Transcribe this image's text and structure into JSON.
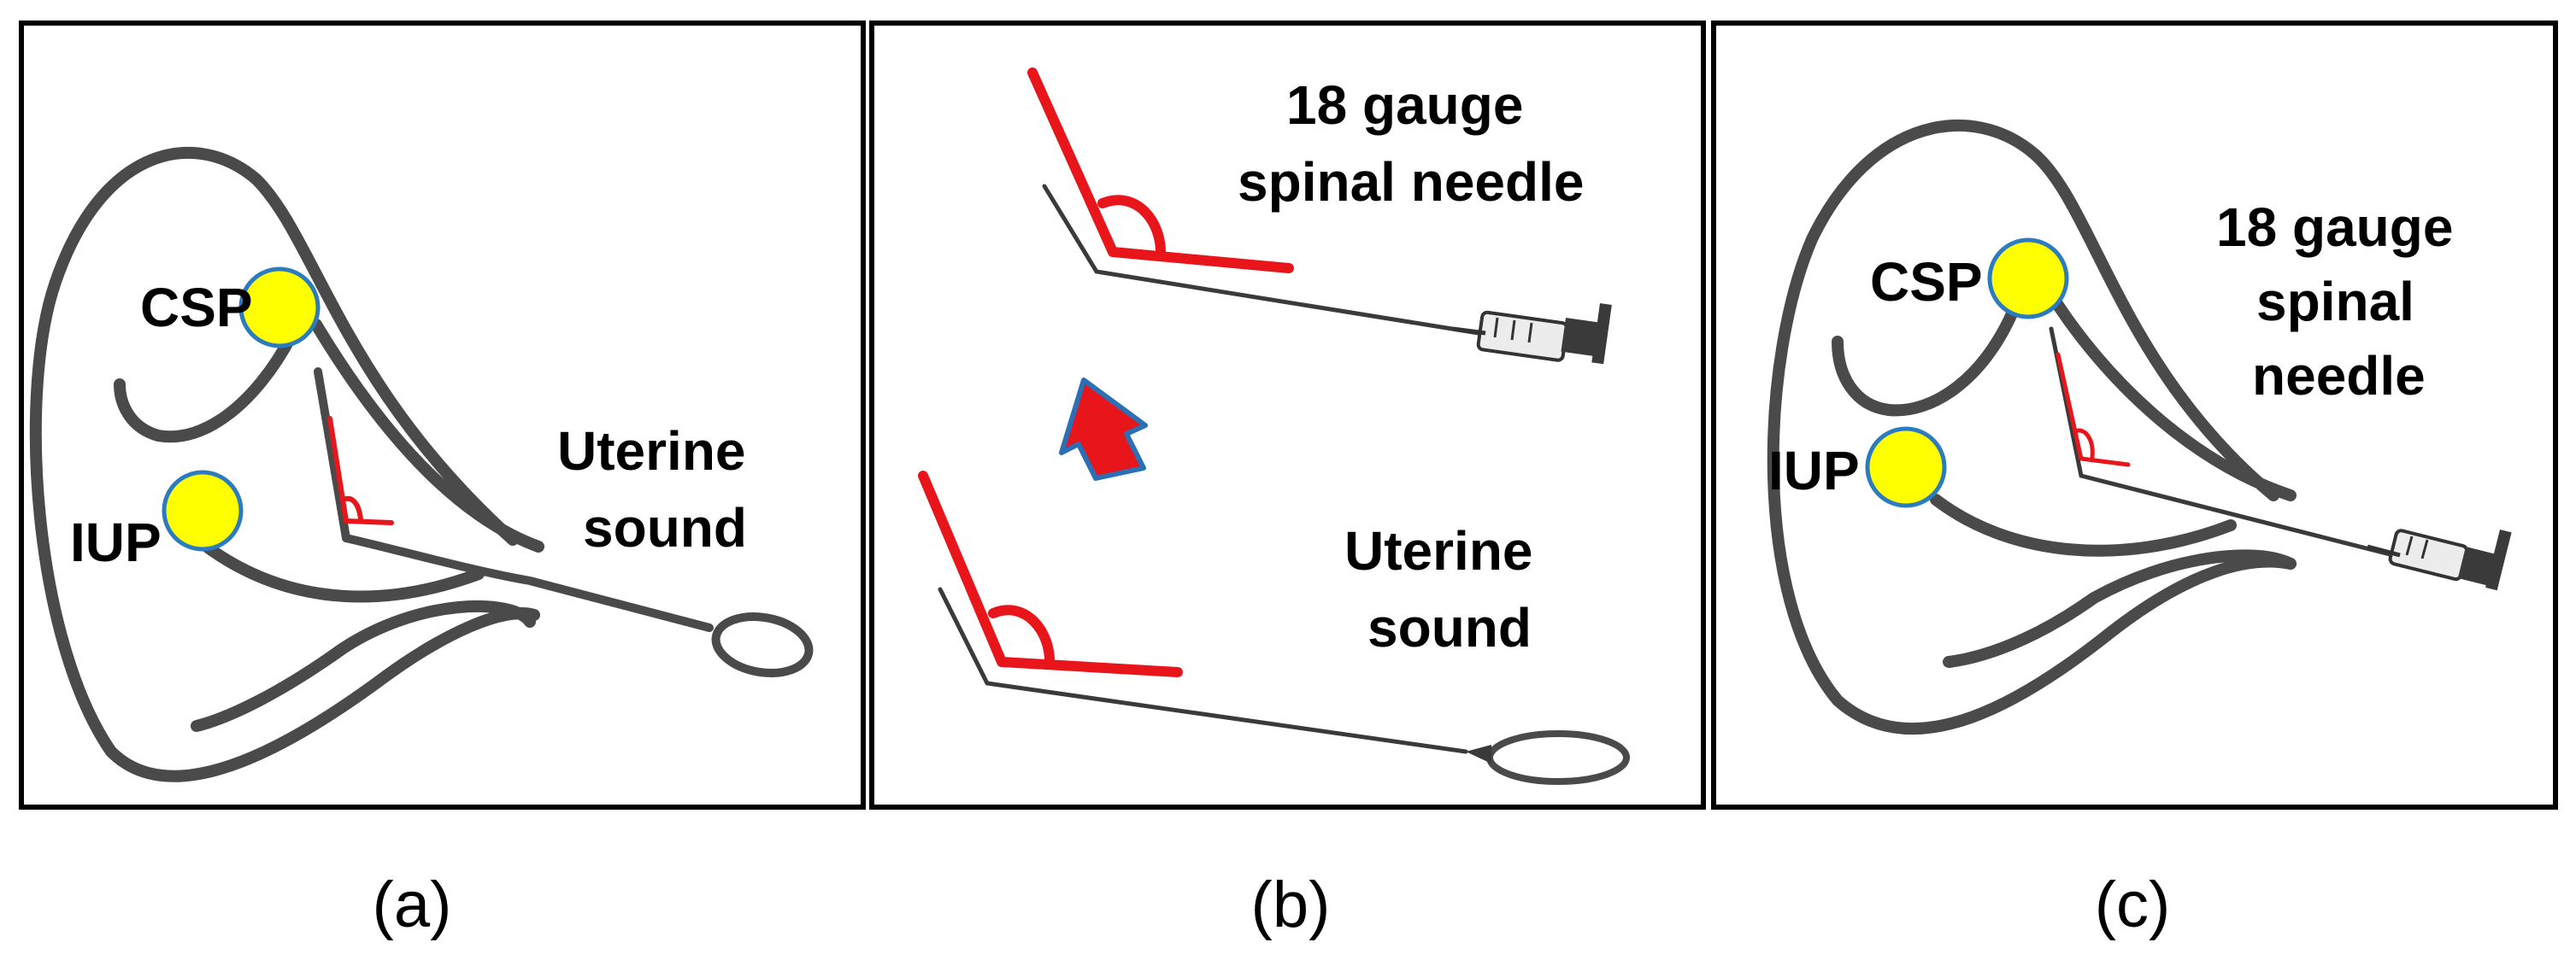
{
  "panels": [
    {
      "caption": "(a)",
      "labels": {
        "csp": "CSP",
        "iup": "IUP",
        "instrument_line1": "Uterine",
        "instrument_line2": "sound"
      }
    },
    {
      "caption": "(b)",
      "labels": {
        "needle_line1": "18 gauge",
        "needle_line2": "spinal needle",
        "sound_line1": "Uterine",
        "sound_line2": "sound"
      }
    },
    {
      "caption": "(c)",
      "labels": {
        "csp": "CSP",
        "iup": "IUP",
        "instrument_line1": "18 gauge",
        "instrument_line2": "spinal",
        "instrument_line3": "needle"
      }
    }
  ],
  "colors": {
    "bent_tip": "#e8151b",
    "gestational_sac_fill": "#ffff00",
    "gestational_sac_outline": "#2b7bc0",
    "uterus_outline": "#4a4a4a",
    "arrow_fill": "#e8151b",
    "arrow_outline": "#2b6fb5"
  }
}
